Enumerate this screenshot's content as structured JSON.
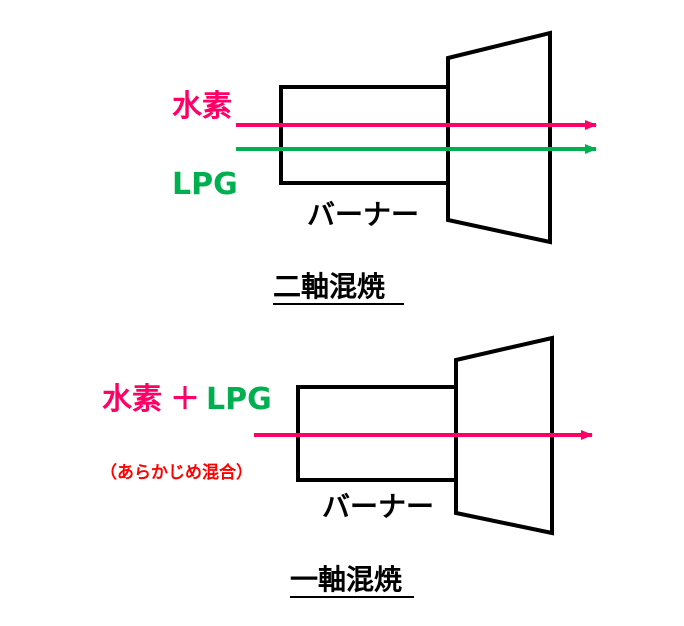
{
  "colors": {
    "hydrogen": "#ff0066",
    "lpg": "#00b050",
    "outline": "#000000",
    "note": "#ff0000"
  },
  "diagram_top": {
    "hydrogen_label": "水素",
    "lpg_label": "LPG",
    "burner_label": "バーナー",
    "caption": "二軸混焼"
  },
  "diagram_bottom": {
    "hydrogen_label": "水素",
    "plus": "＋",
    "lpg_label": "LPG",
    "premix_note": "（あらかじめ混合）",
    "burner_label": "バーナー",
    "caption": "一軸混焼"
  }
}
